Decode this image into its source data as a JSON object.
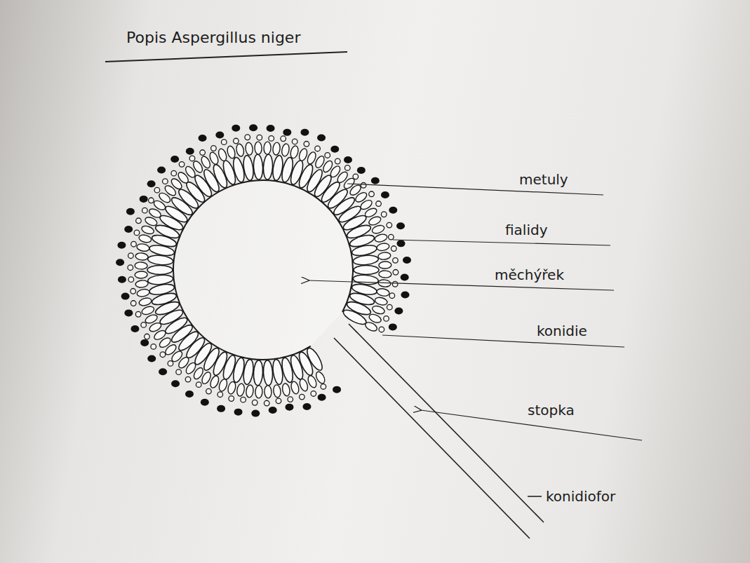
{
  "diagram": {
    "title": "Popis Aspergillus niger",
    "labels": [
      "metuly",
      "fialidy",
      "měchýřek",
      "konidie",
      "stopka",
      "konidiofor"
    ]
  }
}
